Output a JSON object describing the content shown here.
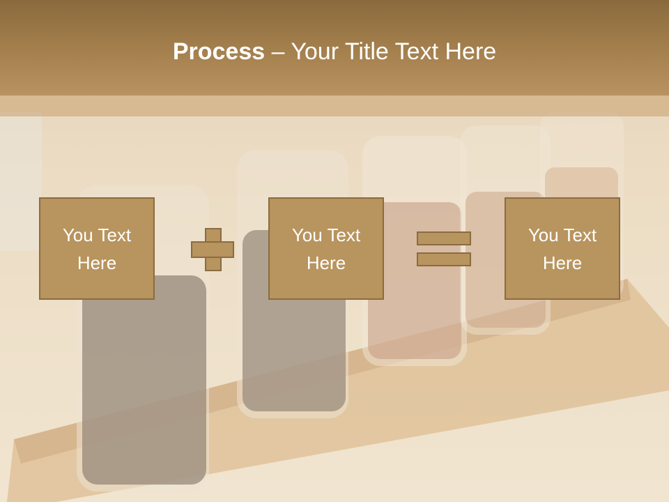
{
  "slide": {
    "title_bold": "Process",
    "title_rest": " – Your Title Text Here"
  },
  "process": {
    "boxes": [
      {
        "label": "You Text\nHere"
      },
      {
        "label": "You Text\nHere"
      },
      {
        "label": "You Text\nHere"
      }
    ],
    "operators": [
      "plus-icon",
      "equals-icon"
    ]
  },
  "colors": {
    "title_band": "#a5814e",
    "box_fill": "#b8945e",
    "box_border": "#8a6c41",
    "text": "#ffffff"
  },
  "background_image": "beer-flight-photo"
}
